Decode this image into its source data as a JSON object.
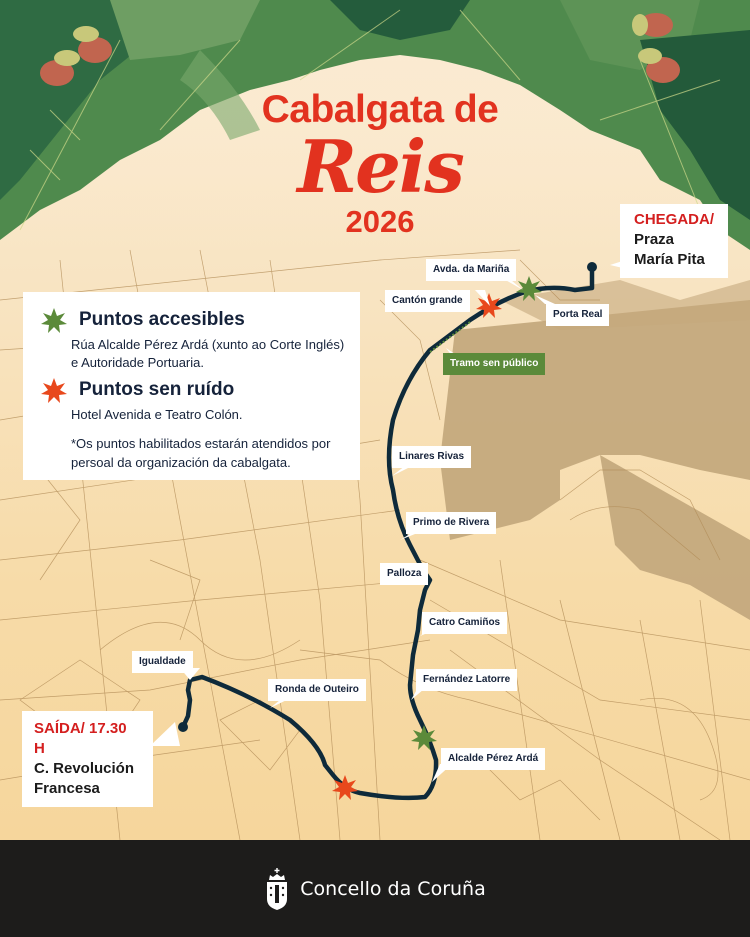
{
  "title": {
    "line1": "Cabalgata de",
    "line2": "Reis",
    "year": "2026"
  },
  "legend": {
    "accessible": {
      "icon": "green-star-icon",
      "heading": "Puntos accesibles",
      "description": "Rúa Alcalde Pérez Ardá (xunto ao Corte Inglés) e Autoridade Portuaria."
    },
    "quiet": {
      "icon": "orange-star-icon",
      "heading": "Puntos sen ruído",
      "description": "Hotel Avenida e Teatro Colón."
    },
    "note": "*Os puntos habilitados estarán atendidos por persoal da organización da cabalgata."
  },
  "start": {
    "label": "SAÍDA/ 17.30 H",
    "line1": "C. Revolución",
    "line2": "Francesa"
  },
  "finish": {
    "label": "CHEGADA/",
    "line1": "Praza",
    "line2": "María Pita"
  },
  "street_labels": [
    {
      "name": "Avda. da Mariña"
    },
    {
      "name": "Cantón grande"
    },
    {
      "name": "Porta Real"
    },
    {
      "name": "Tramo sen público"
    },
    {
      "name": "Linares Rivas"
    },
    {
      "name": "Primo de Rivera"
    },
    {
      "name": "Palloza"
    },
    {
      "name": "Catro Camiños"
    },
    {
      "name": "Fernández Latorre"
    },
    {
      "name": "Alcalde Pérez Ardá"
    },
    {
      "name": "Ronda de Outeiro"
    },
    {
      "name": "Igualdade"
    }
  ],
  "footer": {
    "organization": "Concello da Coruña",
    "icon": "city-crest-icon"
  },
  "colors": {
    "title_red": "#e2321f",
    "route_navy": "#0e2a3a",
    "accessible_green": "#5b8a3a",
    "quiet_orange": "#e8481c",
    "map_land": "#f7dba8",
    "map_water": "#c4a97d",
    "leaf_green": "#4f8a4d",
    "footer_bg": "#1d1c1b"
  }
}
